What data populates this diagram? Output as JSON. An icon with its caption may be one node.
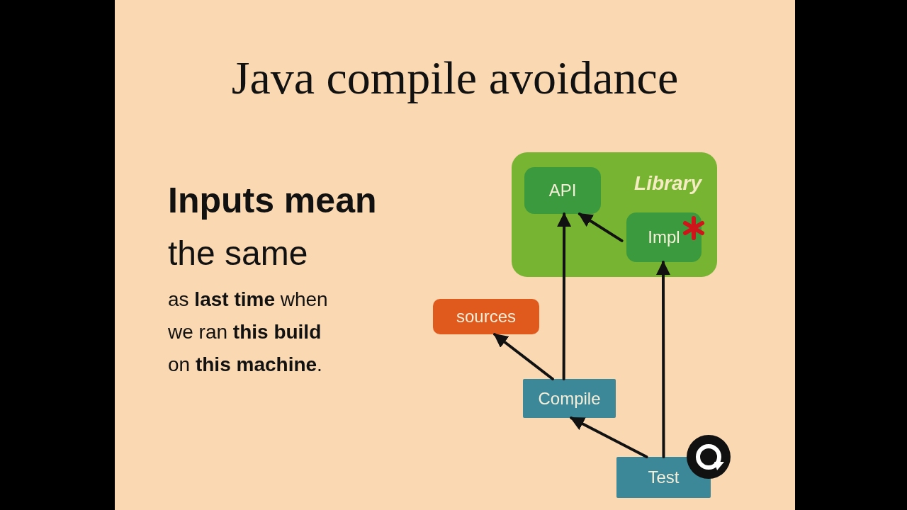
{
  "diagram": {
    "title": "Java compile avoidance",
    "nodes": [
      {
        "text": [
          "Library"
        ]
      },
      {
        "text": [
          "API"
        ],
        "in": 0
      },
      {
        "text": [
          "Impl"
        ],
        "in": 0
      },
      {
        "text": [
          "sources"
        ]
      },
      {
        "text": [
          "Compile"
        ]
      },
      {
        "text": [
          "Test"
        ]
      }
    ],
    "edges": [
      {
        "from": 2,
        "to": 1,
        "arrow": "to"
      },
      {
        "from": 4,
        "to": 1,
        "arrow": "to"
      },
      {
        "from": 4,
        "to": 3,
        "arrow": "to"
      },
      {
        "from": 5,
        "to": 4,
        "arrow": "to"
      },
      {
        "from": 5,
        "to": 2,
        "arrow": "to"
      }
    ],
    "labels": [
      "Inputs mean",
      "the same",
      "as **last time** when we ran **this build** on **this machine**."
    ]
  }
}
